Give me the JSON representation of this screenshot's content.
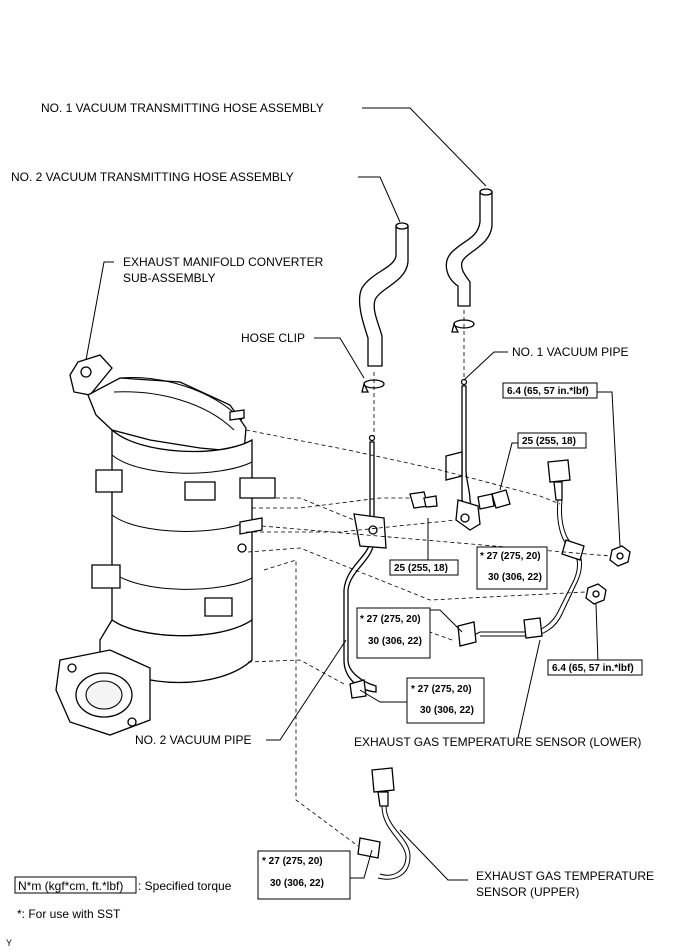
{
  "labels": {
    "no1_hose": "NO. 1 VACUUM TRANSMITTING HOSE ASSEMBLY",
    "no2_hose": "NO. 2 VACUUM TRANSMITTING HOSE ASSEMBLY",
    "manifold_line1": "EXHAUST MANIFOLD CONVERTER",
    "manifold_line2": "SUB-ASSEMBLY",
    "hose_clip": "HOSE CLIP",
    "no1_pipe": "NO. 1 VACUUM PIPE",
    "no2_pipe": "NO. 2 VACUUM PIPE",
    "sensor_lower": "EXHAUST GAS TEMPERATURE SENSOR (LOWER)",
    "sensor_upper_line1": "EXHAUST GAS TEMPERATURE",
    "sensor_upper_line2": "SENSOR (UPPER)"
  },
  "torques": {
    "t_64_a": "6.4 (65, 57 in.*lbf)",
    "t_64_b": "6.4 (65, 57 in.*lbf)",
    "t_25_a": "25 (255, 18)",
    "t_25_b": "25 (255, 18)",
    "sst_a_1": "* 27 (275, 20)",
    "sst_a_2": "30 (306, 22)",
    "sst_b_1": "* 27 (275, 20)",
    "sst_b_2": "30 (306, 22)",
    "sst_c_1": "* 27 (275, 20)",
    "sst_c_2": "30 (306, 22)",
    "sst_d_1": "* 27 (275, 20)",
    "sst_d_2": "30 (306, 22)"
  },
  "legend": {
    "unit": "N*m (kgf*cm, ft.*lbf)",
    "unit_desc": ": Specified torque",
    "sst_note": "*: For use with SST"
  },
  "corner_mark": "Y"
}
